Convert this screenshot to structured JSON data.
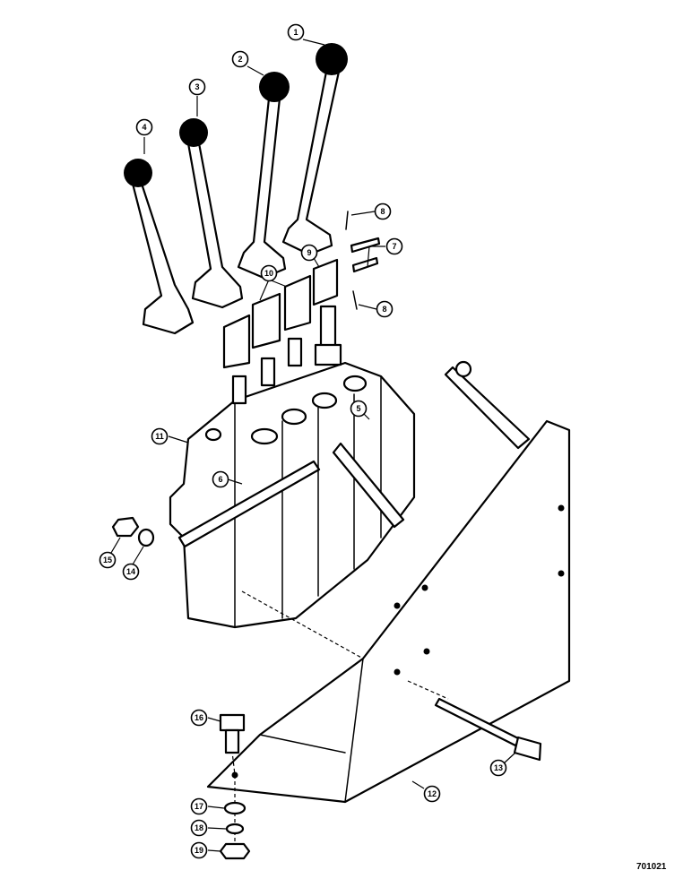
{
  "figure": {
    "drawing_number": "701021",
    "callouts": [
      "1",
      "2",
      "3",
      "4",
      "5",
      "6",
      "7",
      "8",
      "8",
      "9",
      "10",
      "11",
      "12",
      "13",
      "14",
      "15",
      "16",
      "17",
      "18",
      "19"
    ]
  }
}
